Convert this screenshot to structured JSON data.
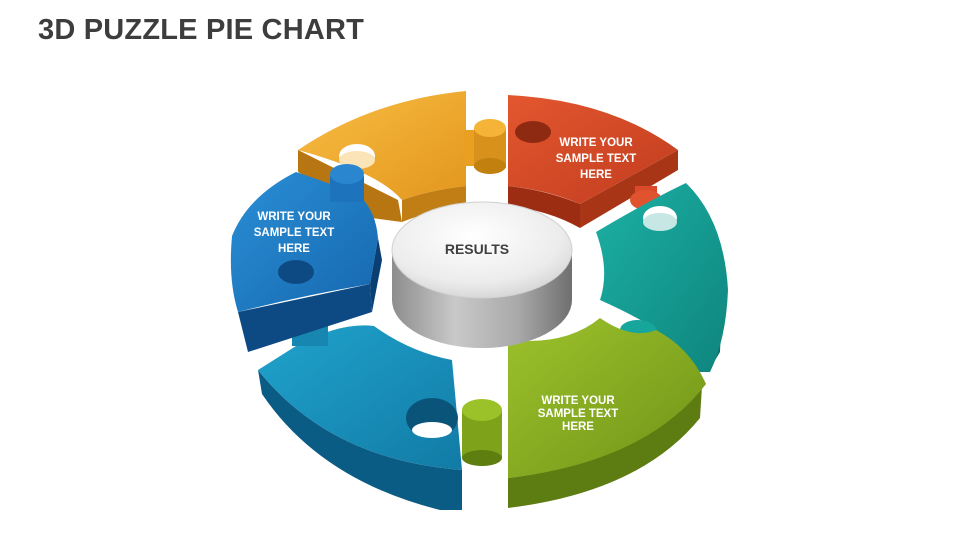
{
  "title": "3D PUZZLE PIE CHART",
  "center": {
    "label": "RESULTS"
  },
  "pieces": [
    {
      "name": "orange",
      "color": "#F2A92B",
      "text": []
    },
    {
      "name": "red",
      "color": "#D9492A",
      "text": [
        "WRITE YOUR",
        "SAMPLE TEXT",
        "HERE"
      ]
    },
    {
      "name": "teal",
      "color": "#159C93",
      "text": []
    },
    {
      "name": "green",
      "color": "#8DB320",
      "text": [
        "WRITE YOUR",
        "SAMPLE TEXT",
        "HERE"
      ]
    },
    {
      "name": "cerulean",
      "color": "#1C93BE",
      "text": []
    },
    {
      "name": "blue",
      "color": "#1F7FC6",
      "text": [
        "WRITE YOUR",
        "SAMPLE TEXT",
        "HERE"
      ]
    }
  ]
}
